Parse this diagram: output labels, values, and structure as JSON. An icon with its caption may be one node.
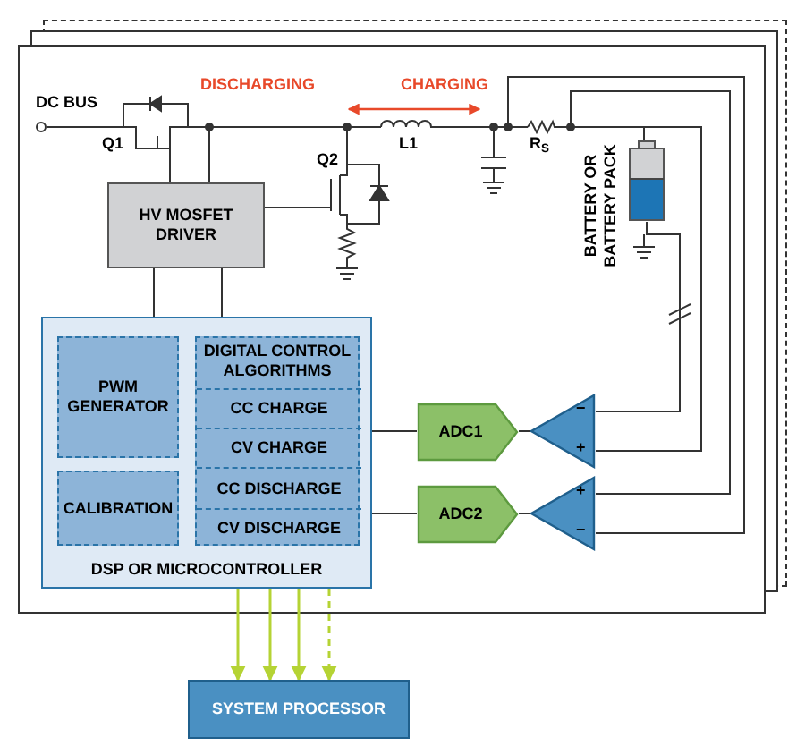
{
  "diagram": {
    "nodes": [
      {
        "text": [
          "HV MOSFET DRIVER"
        ]
      },
      {
        "text": [],
        "shape": "battery",
        "beside": [
          "BATTERY OR BATTERY PACK"
        ]
      },
      {
        "text": [
          "DSP OR MICROCONTROLLER"
        ]
      },
      {
        "text": [
          "PWM GENERATOR"
        ],
        "in": 2
      },
      {
        "text": [
          "CALIBRATION"
        ],
        "in": 2
      },
      {
        "text": [
          "DIGITAL CONTROL ALGORITHMS"
        ],
        "in": 2
      },
      {
        "text": [
          "CC CHARGE"
        ],
        "in": 5
      },
      {
        "text": [
          "CV CHARGE"
        ],
        "in": 5
      },
      {
        "text": [
          "CC DISCHARGE"
        ],
        "in": 5
      },
      {
        "text": [
          "CV DISCHARGE"
        ],
        "in": 5
      },
      {
        "text": [
          "ADC1"
        ]
      },
      {
        "text": [],
        "shape": "triangle"
      },
      {
        "text": [
          "ADC2"
        ]
      },
      {
        "text": [],
        "shape": "triangle"
      },
      {
        "text": [
          "SYSTEM PROCESSOR"
        ]
      }
    ],
    "edges": [
      {
        "from": 0,
        "to": 2,
        "arrow": "none"
      },
      {
        "from": 0,
        "to": 2,
        "arrow": "none"
      },
      {
        "from": 2,
        "to": 10,
        "arrow": "none"
      },
      {
        "from": 11,
        "to": 10,
        "arrow": "none"
      },
      {
        "from": 2,
        "to": 12,
        "arrow": "none"
      },
      {
        "from": 13,
        "to": 12,
        "arrow": "none"
      },
      {
        "from": 2,
        "to": 14,
        "arrow": "to",
        "color": "#b5d334"
      },
      {
        "from": 2,
        "to": 14,
        "arrow": "to",
        "color": "#b5d334"
      },
      {
        "from": 2,
        "to": 14,
        "arrow": "to",
        "color": "#b5d334"
      },
      {
        "from": 2,
        "to": 14,
        "arrow": "to",
        "style": "dashed",
        "color": "#b5d334"
      },
      {
        "from": 1,
        "to": 11,
        "arrow": "none"
      }
    ],
    "labels": [
      "DC BUS",
      "Q1",
      "DISCHARGING",
      "CHARGING",
      "L1",
      "Q2",
      "R$_{S}$",
      "−",
      "+",
      "+",
      "−"
    ]
  }
}
